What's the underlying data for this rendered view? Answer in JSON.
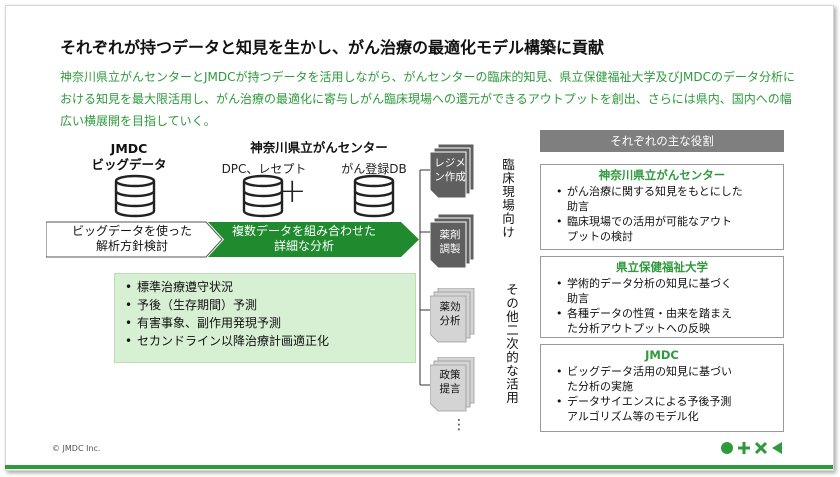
{
  "title": "それぞれが持つデータと知見を生かし、がん治療の最適化モデル構築に貢献",
  "lead": "神奈川県立がんセンターとJMDCが持つデータを活用しながら、がんセンターの臨床的知見、県立保健福祉大学及びJMDCのデータ分析における知見を最大限活用し、がん治療の最適化に寄与しがん臨床現場への還元ができるアウトプットを創出、さらには県内、国内への幅広い横展開を目指していく。",
  "jmdc": {
    "title_line1": "JMDC",
    "title_line2": "ビッグデータ"
  },
  "center": {
    "title": "神奈川県立がんセンター",
    "db1": "DPC、レセプト",
    "db2": "がん登録DB",
    "plus": "+"
  },
  "flow": {
    "white_line1": "ビッグデータを使った",
    "white_line2": "解析方針検討",
    "green_line1": "複数データを組み合わせた",
    "green_line2": "詳細な分析"
  },
  "analysis_items": [
    "標準治療遵守状況",
    "予後（生存期間）予測",
    "有害事象、副作用発現予測",
    "セカンドライン以降治療計画適正化"
  ],
  "outputs": [
    {
      "l1": "レジメ",
      "l2": "ン作成"
    },
    {
      "l1": "薬剤",
      "l2": "調製"
    },
    {
      "l1": "薬効",
      "l2": "分析"
    },
    {
      "l1": "政策",
      "l2": "提言"
    }
  ],
  "more": "⋮",
  "vertical": {
    "clinical": "臨床現場向け",
    "secondary": "その他二次的な活用"
  },
  "roles": {
    "header": "それぞれの主な役割",
    "center": {
      "name": "神奈川県立がんセンター",
      "items": [
        [
          "がん治療に関する知見をもとにした",
          "助言"
        ],
        [
          "臨床現場での活用が可能なアウト",
          "プットの検討"
        ]
      ]
    },
    "univ": {
      "name": "県立保健福祉大学",
      "items": [
        [
          "学術的データ分析の知見に基づく",
          "助言"
        ],
        [
          "各種データの性質・由来を踏まえ",
          "た分析アウトプットへの反映"
        ]
      ]
    },
    "jmdc": {
      "name": "JMDC",
      "items": [
        [
          "ビッグデータ活用の知見に基づい",
          "た分析の実施"
        ],
        [
          "データサイエンスによる予後予測",
          "アルゴリズム等のモデル化"
        ]
      ]
    }
  },
  "copyright": "© JMDC Inc.",
  "colors": {
    "green": "#2e9a3b",
    "dark_green": "#1f8a2e",
    "light_green": "#d7efd3",
    "gray_doc": "#5f5f5f",
    "light_doc": "#d4d4d4"
  },
  "icons": [
    "database-icon",
    "document-stack-icon",
    "circle-icon",
    "plus-icon",
    "cross-icon",
    "triangle-icon"
  ]
}
